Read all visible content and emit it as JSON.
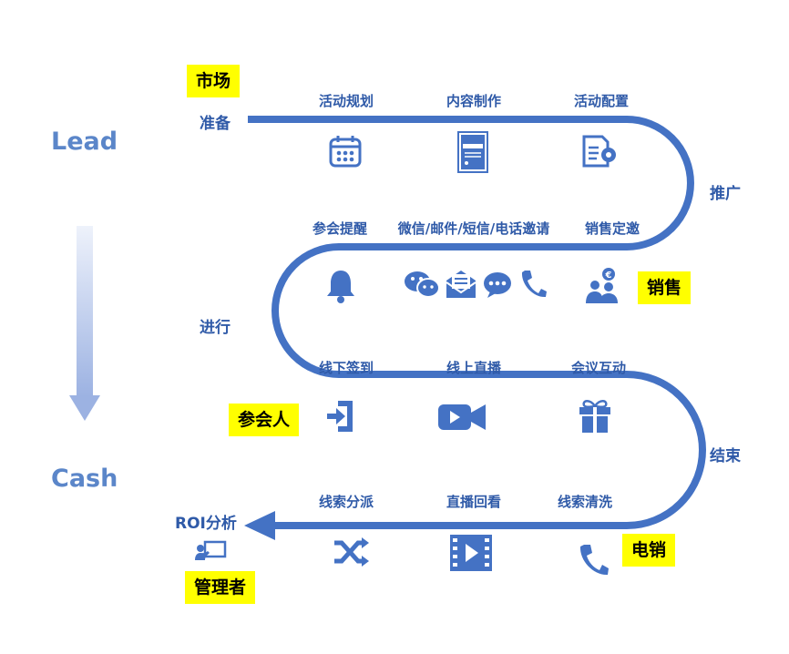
{
  "side": {
    "top": "Lead",
    "bottom": "Cash"
  },
  "colors": {
    "accent": "#4472c4",
    "label": "#2f5aa8",
    "highlight": "#ffff00",
    "side": "#5b86c9"
  },
  "roles": {
    "market": "市场",
    "sales": "销售",
    "attendee": "参会人",
    "telesales": "电销",
    "manager": "管理者"
  },
  "stages": {
    "prepare": "准备",
    "promote": "推广",
    "proceed": "进行",
    "end": "结束",
    "roi": "ROI分析"
  },
  "row1": [
    {
      "label": "活动规划",
      "icon": "calendar-icon"
    },
    {
      "label": "内容制作",
      "icon": "flyer-icon"
    },
    {
      "label": "活动配置",
      "icon": "settings-doc-icon"
    }
  ],
  "row2": [
    {
      "label": "参会提醒",
      "icon": "bell-icon"
    },
    {
      "label": "微信/邮件/短信/电话邀请",
      "icon": "wechat-mail-chat-phone-icons"
    },
    {
      "label": "销售定邀",
      "icon": "sales-people-icon"
    }
  ],
  "row3": [
    {
      "label": "线下签到",
      "icon": "sign-in-icon"
    },
    {
      "label": "线上直播",
      "icon": "video-camera-icon"
    },
    {
      "label": "会议互动",
      "icon": "gift-icon"
    }
  ],
  "row4": [
    {
      "label": "线索分派",
      "icon": "shuffle-icon"
    },
    {
      "label": "直播回看",
      "icon": "video-play-icon"
    },
    {
      "label": "线索清洗",
      "icon": "phone-icon"
    }
  ]
}
